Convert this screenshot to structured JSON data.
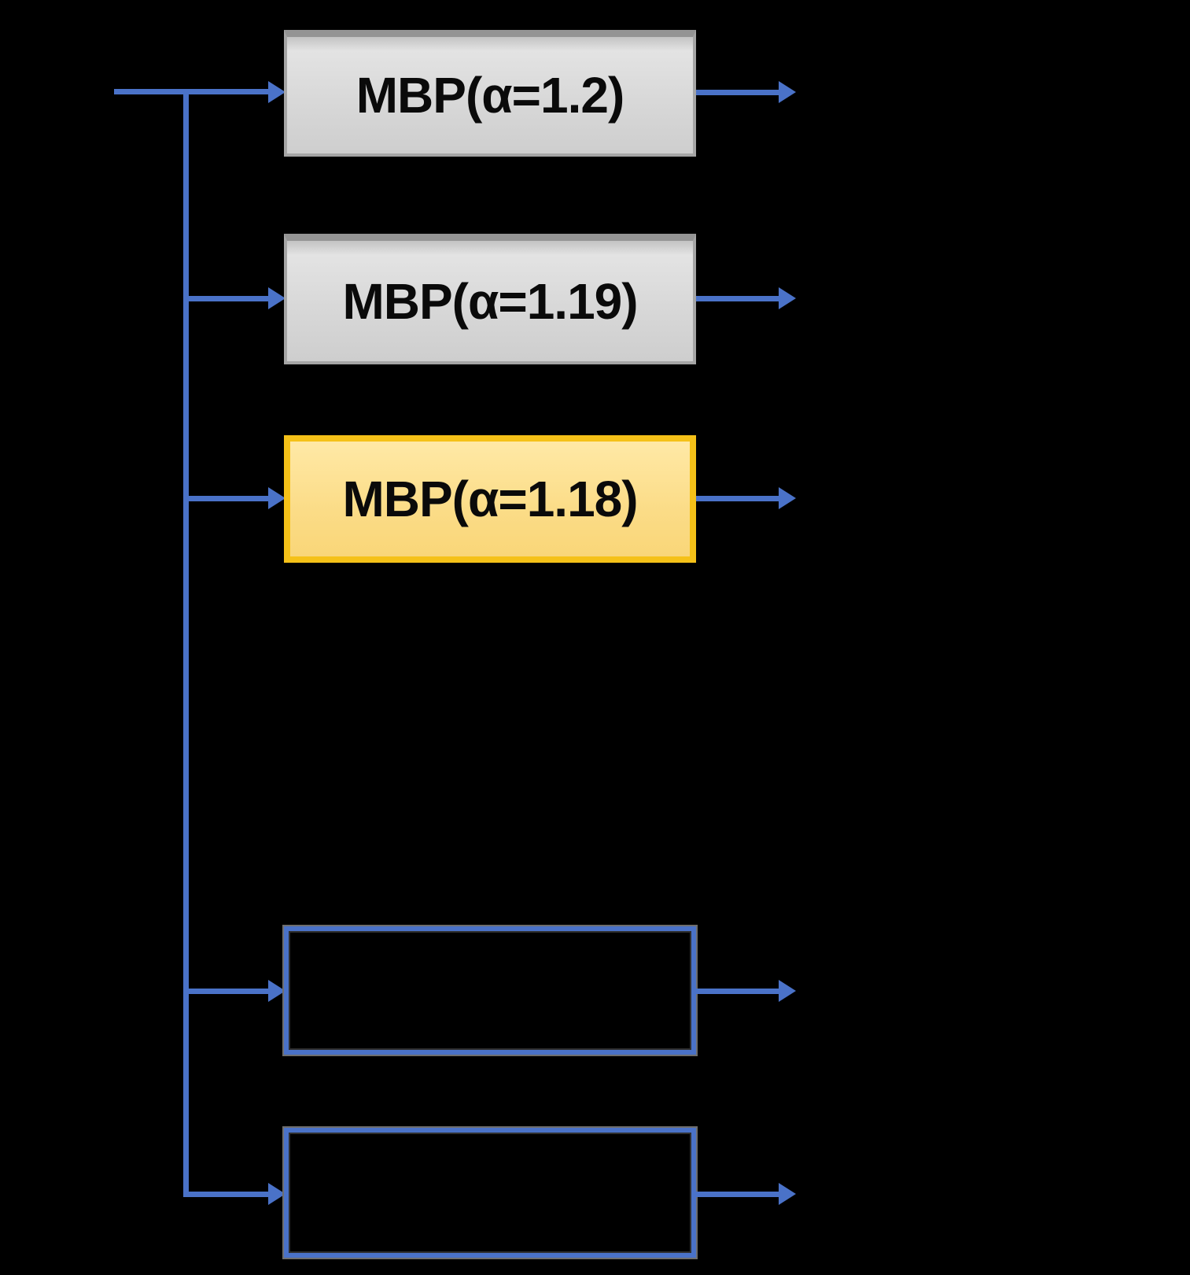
{
  "diagram": {
    "colors": {
      "background": "#000000",
      "connector_blue": "#4a72c8",
      "gray_box_fill": "#d8d8d8",
      "gray_box_border": "#a5a5a5",
      "highlight_fill": "#fbdc87",
      "highlight_border": "#f5c118",
      "box_text": "#0a0a0a"
    },
    "boxes": [
      {
        "label": "MBP(α=1.2)",
        "style": "gray"
      },
      {
        "label": "MBP(α=1.19)",
        "style": "gray"
      },
      {
        "label": "MBP(α=1.18)",
        "style": "highlight"
      },
      {
        "label": "",
        "style": "outline"
      },
      {
        "label": "",
        "style": "outline"
      }
    ]
  }
}
